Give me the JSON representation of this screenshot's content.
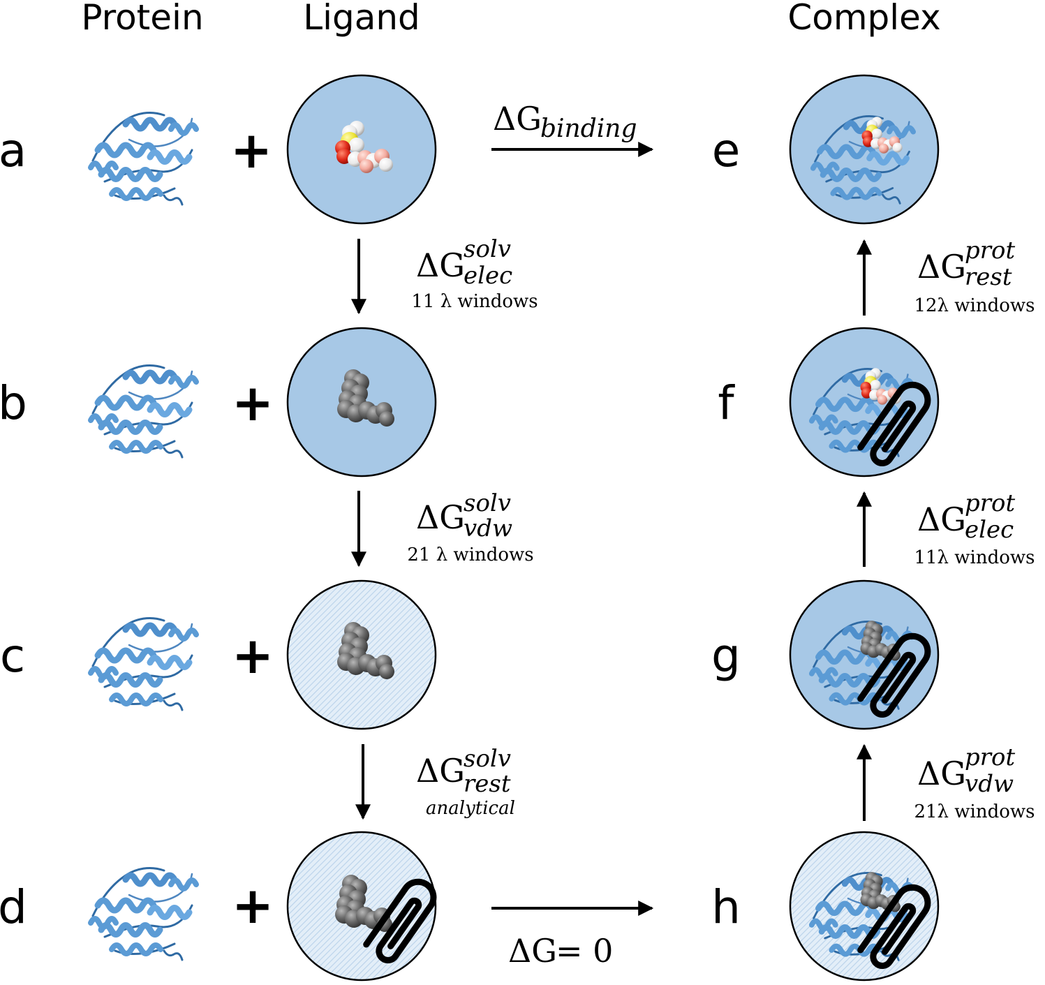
{
  "headers": {
    "protein": "Protein",
    "ligand": "Ligand",
    "complex": "Complex"
  },
  "rows": {
    "a": "a",
    "b": "b",
    "c": "c",
    "d": "d",
    "e": "e",
    "f": "f",
    "g": "g",
    "h": "h"
  },
  "plus_sign": "+",
  "delta": "ΔG",
  "transitions": {
    "binding": {
      "sub": "binding"
    },
    "solv_elec": {
      "sup": "solv",
      "sub": "elec",
      "note": "11 λ windows"
    },
    "solv_vdw": {
      "sup": "solv",
      "sub": "vdw",
      "note": "21 λ windows"
    },
    "solv_rest": {
      "sup": "solv",
      "sub": "rest",
      "note": "analytical"
    },
    "zero": {
      "eq": " = 0"
    },
    "prot_vdw": {
      "sup": "prot",
      "sub": "vdw",
      "note": "21λ windows"
    },
    "prot_elec": {
      "sup": "prot",
      "sub": "elec",
      "note": "11λ windows"
    },
    "prot_rest": {
      "sup": "prot",
      "sub": "rest",
      "note": "12λ windows"
    }
  },
  "colors": {
    "solvent": "#a7c8e6",
    "hatch": "#d9e7f5",
    "protein": "#5b9bd5",
    "protein_dark": "#2f6aa3",
    "ligand_gray": "#6b6b6b",
    "oxygen": "#e02a1a",
    "sulfur": "#ece332",
    "hydrogen": "#f2f2f2",
    "carbon_pink": "#f3a99d"
  },
  "icons": {
    "protein": "protein-ribbon-icon",
    "ligand_colored": "ligand-spacefill-icon",
    "ligand_gray": "ligand-decoupled-icon",
    "restraint": "paperclip-restraint-icon"
  }
}
